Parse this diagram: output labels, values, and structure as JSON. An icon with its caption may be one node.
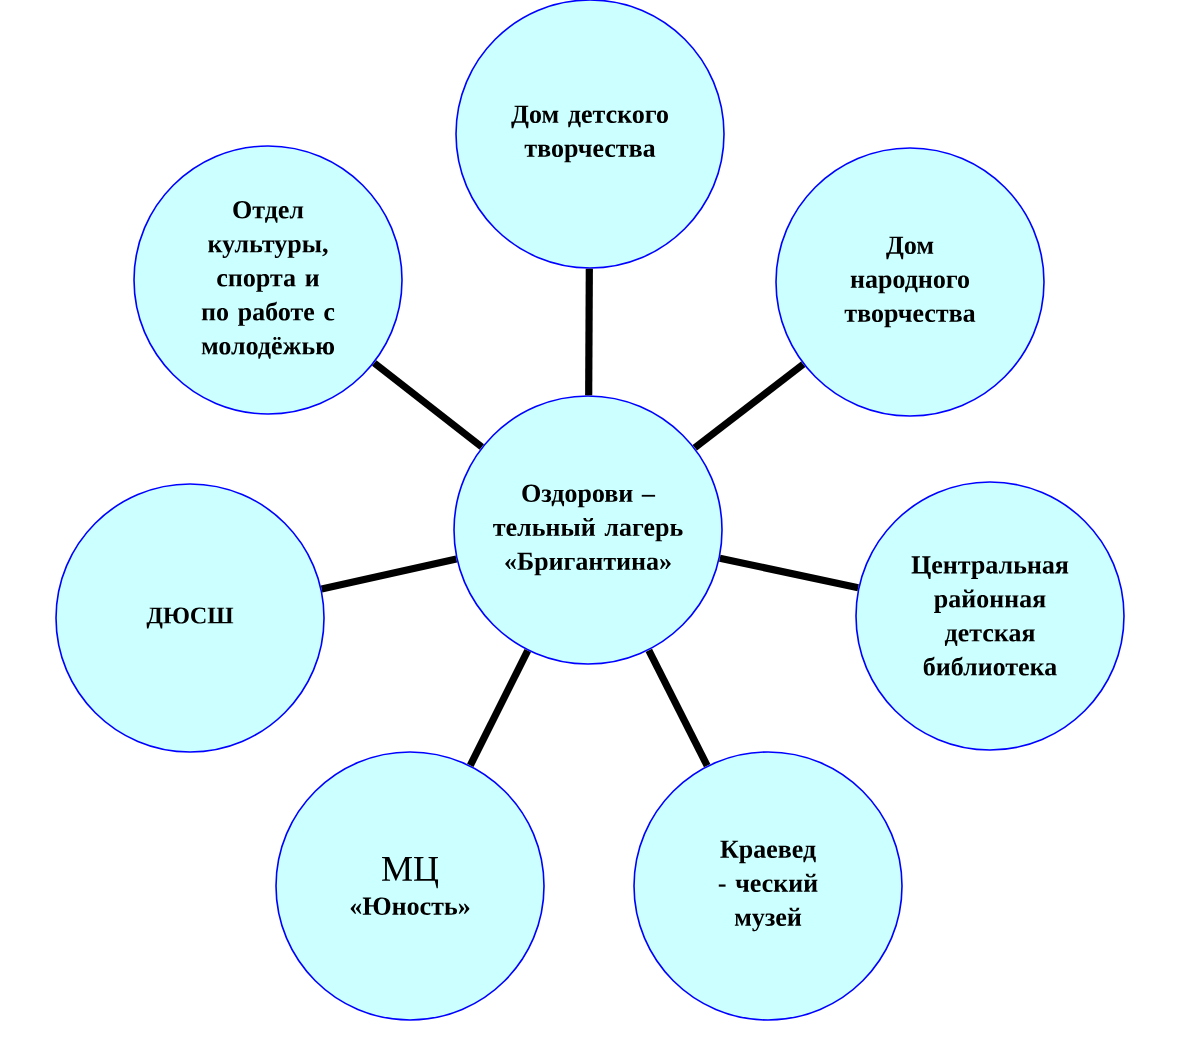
{
  "diagram": {
    "nodes": [
      {
        "text": [
          "Оздорови – тельный лагерь «Бригантина»"
        ]
      },
      {
        "text": [
          "Дом детского творчества"
        ]
      },
      {
        "text": [
          "Дом народного творчества"
        ]
      },
      {
        "text": [
          "Центральная районная детская библиотека"
        ]
      },
      {
        "text": [
          "Краевед - ческий музей"
        ]
      },
      {
        "text": [
          "МЦ",
          "«Юность»"
        ]
      },
      {
        "text": [
          "ДЮСШ"
        ]
      },
      {
        "text": [
          "Отдел культуры, спорта и по работе с молодёжью"
        ]
      }
    ],
    "edges": [
      {
        "from": 0,
        "to": 1,
        "arrow": "none"
      },
      {
        "from": 0,
        "to": 2,
        "arrow": "none"
      },
      {
        "from": 0,
        "to": 3,
        "arrow": "none"
      },
      {
        "from": 0,
        "to": 4,
        "arrow": "none"
      },
      {
        "from": 0,
        "to": 5,
        "arrow": "none"
      },
      {
        "from": 0,
        "to": 6,
        "arrow": "none"
      },
      {
        "from": 0,
        "to": 7,
        "arrow": "none"
      }
    ]
  }
}
